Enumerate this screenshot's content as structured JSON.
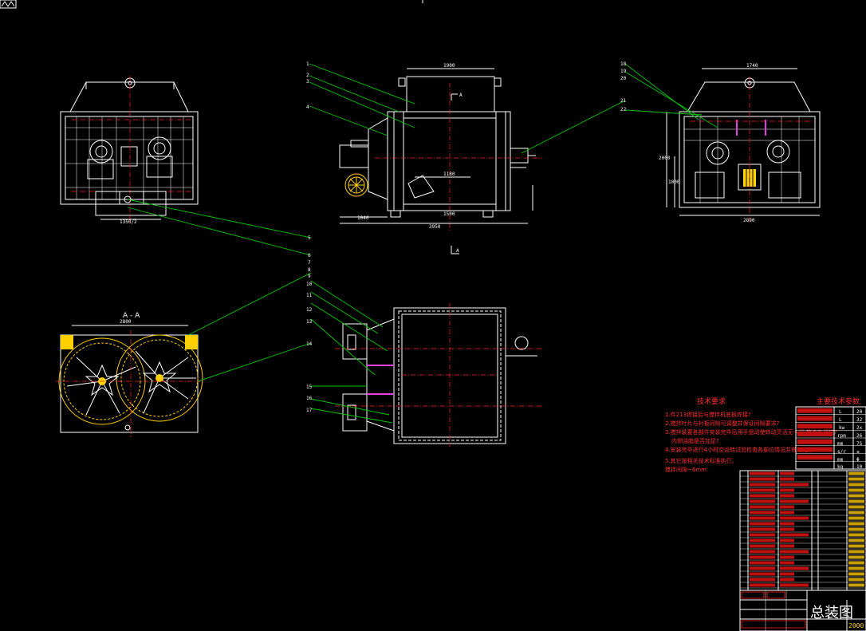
{
  "drawing": {
    "section_label": "A - A",
    "section_mark": "A",
    "balloons_left": [
      "5",
      "6",
      "7",
      "8",
      "9",
      "10",
      "11",
      "12",
      "13",
      "14",
      "15",
      "16",
      "17"
    ],
    "balloons_top": [
      "1",
      "2",
      "3",
      "4"
    ],
    "balloons_right": [
      "18",
      "19",
      "20",
      "21",
      "22"
    ],
    "dims": {
      "top_width": "1900",
      "side_height": "2000",
      "front_total": "3950",
      "front_left": "1040",
      "front_mid": "1500",
      "front_inner": "1180",
      "side_width": "2890",
      "plan_width": "2800",
      "plan_bottom": "1350/2",
      "side_w2": "1740",
      "side_h2": "1000"
    }
  },
  "tech_req": {
    "title": "技术要求",
    "items": [
      "1.件213焊接后与搅拌机底板焊接?",
      "2.搅拌叶片与衬板间隙可调整并保证间隙要求?",
      "3.搅拌装置各部件安装完毕后用手盘动使转动灵活无卡滞,检查各部位?",
      "内侧油脂是否加足?",
      "4.安装完毕进行4小时空运转试验检查各部位情况并做好记录?",
      "5.其它按相关技术标准执行。",
      "搅拌间隙~6mm"
    ]
  },
  "params": {
    "title": "主要技术参数",
    "units": [
      "L",
      "L",
      "kw",
      "rpm",
      "mm",
      "s/r",
      "mm",
      "kg"
    ],
    "values": [
      "20",
      "32",
      "2x",
      "26",
      "75",
      "≤",
      "Φ",
      "10"
    ]
  },
  "title_block": {
    "name": "总装图",
    "number": "2000"
  }
}
